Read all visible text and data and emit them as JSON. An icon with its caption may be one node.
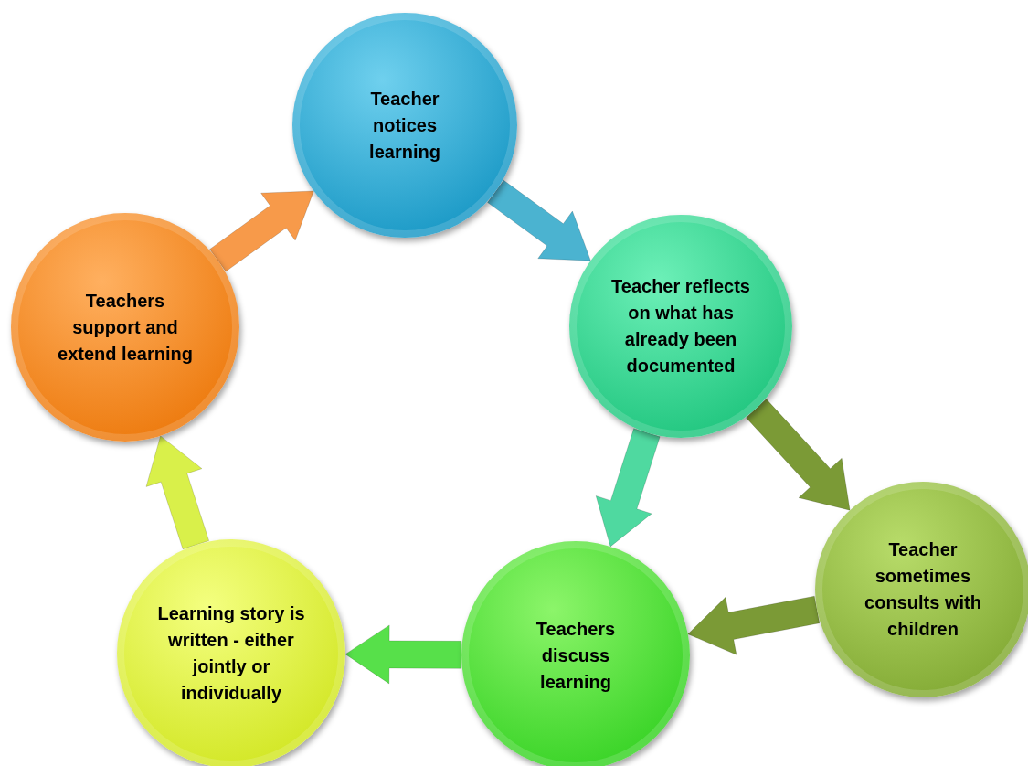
{
  "diagram": {
    "nodes": [
      {
        "text": [
          "Teacher notices learning"
        ]
      },
      {
        "text": [
          "Teacher reflects on what has already been documented"
        ]
      },
      {
        "text": [
          "Teacher sometimes consults with children"
        ]
      },
      {
        "text": [
          "Teachers discuss learning"
        ]
      },
      {
        "text": [
          "Learning story is written - either jointly or individually"
        ]
      },
      {
        "text": [
          "Teachers support and extend learning"
        ]
      }
    ],
    "edges": [
      {
        "from": 0,
        "to": 1,
        "arrow": "to",
        "color": "#4bb3d0"
      },
      {
        "from": 1,
        "to": 2,
        "arrow": "to",
        "color": "#7b9a36"
      },
      {
        "from": 1,
        "to": 3,
        "arrow": "to",
        "color": "#4fd9a0"
      },
      {
        "from": 2,
        "to": 3,
        "arrow": "to",
        "color": "#7b9a36"
      },
      {
        "from": 3,
        "to": 4,
        "arrow": "to",
        "color": "#57e04a"
      },
      {
        "from": 4,
        "to": 5,
        "arrow": "to",
        "color": "#d9f04a"
      },
      {
        "from": 5,
        "to": 0,
        "arrow": "to",
        "color": "#f79a4a"
      }
    ]
  }
}
